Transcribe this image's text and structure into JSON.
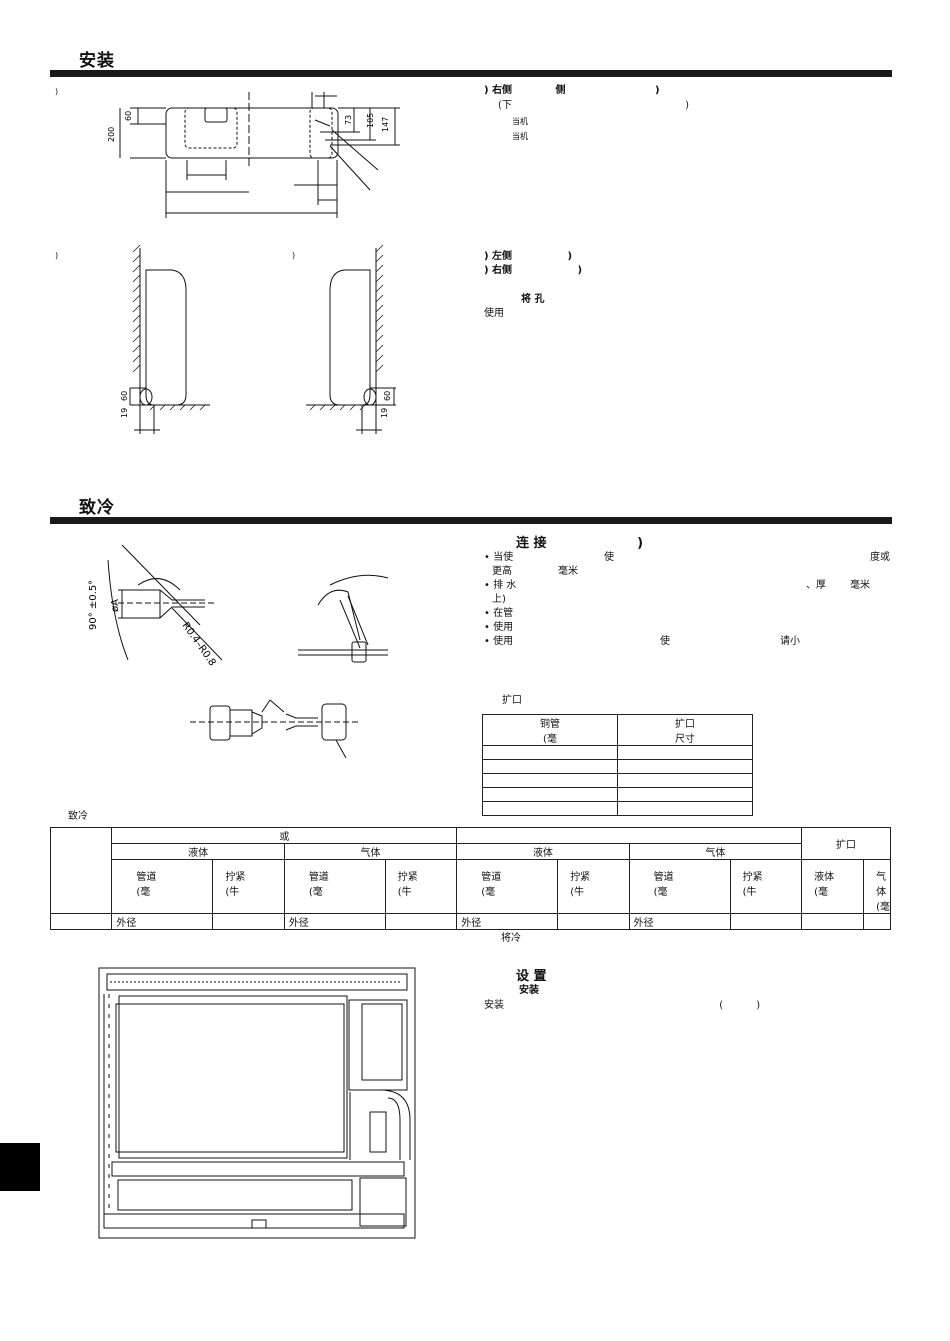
{
  "section1": {
    "title": "安装"
  },
  "section2": {
    "title": "致冷"
  },
  "diagrams": {
    "top_label": ")",
    "left_label": ")",
    "mid_label": ")",
    "dim_200": "200",
    "dim_60a": "60",
    "dim_73": "73",
    "dim_105": "105",
    "dim_147": "147",
    "dim_60b": "60",
    "dim_19a": "19",
    "dim_60c": "60",
    "dim_19b": "19",
    "angle": "90° ±0.5°",
    "diameter": "øA",
    "radius": "R0.4–R0.8"
  },
  "right_text": {
    "l1_a": ") 右侧",
    "l1_b": "侧",
    "l1_c": ")",
    "l2_a": "(下",
    "l2_b": ")",
    "l3": "当机",
    "l4": "当机",
    "l5_a": ") 左侧",
    "l5_b": ")",
    "l6_a": ") 右侧",
    "l6_b": ")",
    "l7": "将 孔",
    "l8": "使用"
  },
  "connect": {
    "title": "连 接",
    "title_paren": ")",
    "b1_a": "• 当使",
    "b1_b": "使",
    "b1_c": "度或",
    "b1_d": "更高",
    "b1_e": "毫米",
    "b2_a": "• 排 水",
    "b2_b": "、厚",
    "b2_c": "毫米",
    "b2_d": "上)",
    "b3": "• 在管",
    "b4": "• 使用",
    "b5_a": "• 使用",
    "b5_b": "使",
    "b5_c": "请小",
    "flare_label": "扩口"
  },
  "flare_table": {
    "h1_line1": "铜管",
    "h1_line2": "(毫",
    "h2_line1": "扩口",
    "h2_line2": "尺寸",
    "rows": 5
  },
  "refrig": {
    "label": "致冷",
    "or": "或",
    "flare": "扩口",
    "liquid": "液体",
    "gas": "气体",
    "pipe": "管道",
    "pipe_unit": "(毫",
    "torque": "拧紧",
    "torque_unit": "(牛",
    "liquid_unit": "(毫",
    "od": "外径"
  },
  "bottom": {
    "note": "将冷",
    "setup_title": "设 置",
    "setup_sub": "安装",
    "setup_line_a": "安装",
    "setup_line_b": "(",
    "setup_line_c": ")"
  }
}
